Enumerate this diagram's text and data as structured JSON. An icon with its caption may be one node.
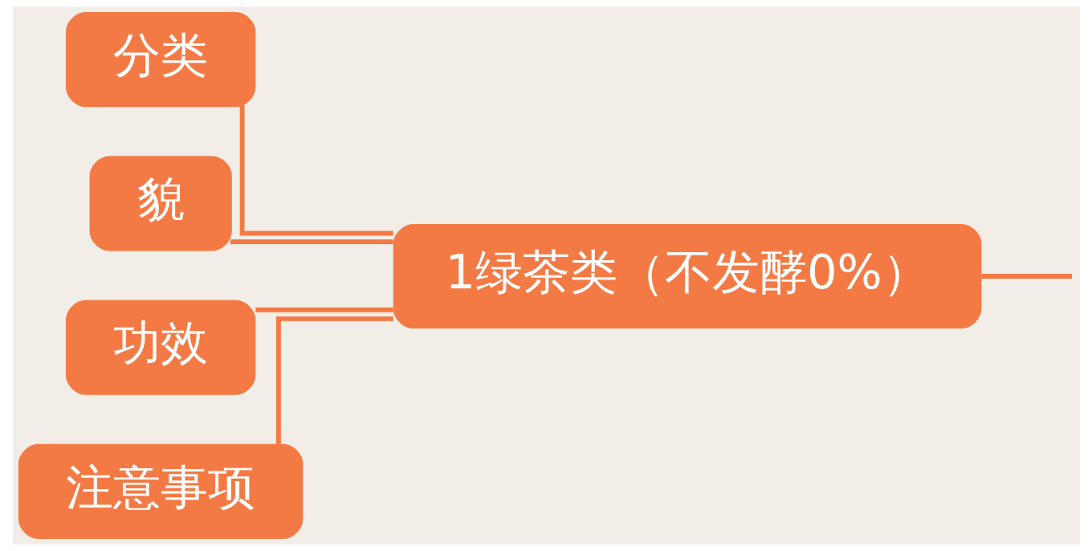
{
  "diagram": {
    "nodes": [
      {
        "text": [
          "1绿茶类（不发酵0%）"
        ]
      },
      {
        "text": [
          "分类"
        ]
      },
      {
        "text": [
          "貌"
        ]
      },
      {
        "text": [
          "功效"
        ]
      },
      {
        "text": [
          "注意事项"
        ]
      }
    ],
    "edges": [
      {
        "from": 0,
        "to": 1,
        "arrow": "none"
      },
      {
        "from": 0,
        "to": 2,
        "arrow": "none"
      },
      {
        "from": 0,
        "to": 3,
        "arrow": "none"
      },
      {
        "from": 0,
        "to": 4,
        "arrow": "none"
      },
      {
        "from": 0,
        "to": null,
        "arrow": "none"
      }
    ]
  }
}
